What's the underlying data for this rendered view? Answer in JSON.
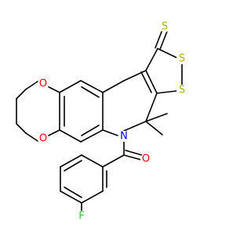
{
  "colors": {
    "bond": "#000000",
    "background": "#ffffff",
    "O": "#ff0000",
    "N": "#0000ff",
    "S": "#b2b200",
    "F": "#33cc33"
  },
  "atoms": [
    {
      "id": "S_thione",
      "label": "S",
      "element": "S"
    },
    {
      "id": "S_ring_a",
      "label": "S",
      "element": "S"
    },
    {
      "id": "S_ring_b",
      "label": "S",
      "element": "S"
    },
    {
      "id": "O_dioxane_top",
      "label": "O",
      "element": "O"
    },
    {
      "id": "O_dioxane_bottom",
      "label": "O",
      "element": "O"
    },
    {
      "id": "N_ring",
      "label": "N",
      "element": "N"
    },
    {
      "id": "O_carbonyl",
      "label": "O",
      "element": "O"
    },
    {
      "id": "F_aryl",
      "label": "F",
      "element": "F"
    }
  ]
}
